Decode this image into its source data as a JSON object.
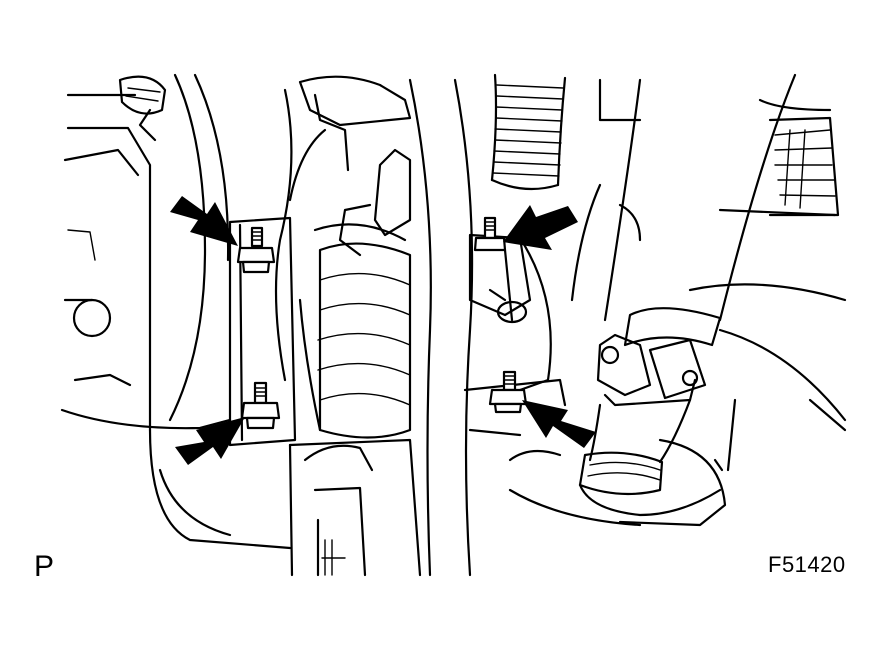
{
  "figure": {
    "corner_letter": "P",
    "figure_id": "F51420"
  },
  "arrows": [
    {
      "id": "upper-left",
      "target": "stud-nut-upper-left"
    },
    {
      "id": "lower-left",
      "target": "stud-nut-lower-left"
    },
    {
      "id": "upper-right",
      "target": "stud-nut-upper-right"
    },
    {
      "id": "lower-right",
      "target": "stud-nut-lower-right"
    }
  ],
  "colors": {
    "line": "#000000",
    "background": "#ffffff"
  }
}
